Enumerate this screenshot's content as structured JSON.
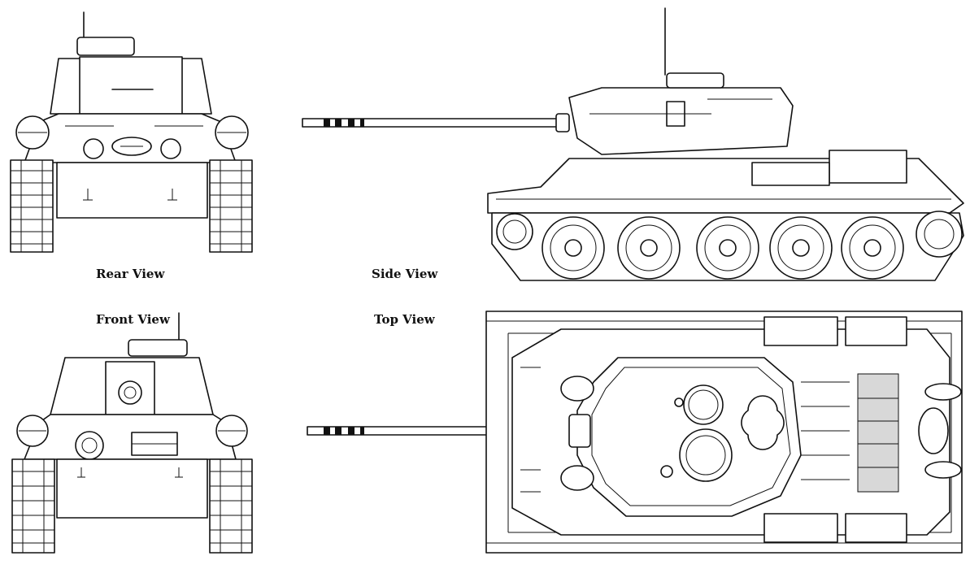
{
  "labels": {
    "rear": "Rear View",
    "side": "Side View",
    "front": "Front View",
    "top": "Top View"
  },
  "colors": {
    "line": "#111111",
    "background": "#ffffff"
  }
}
